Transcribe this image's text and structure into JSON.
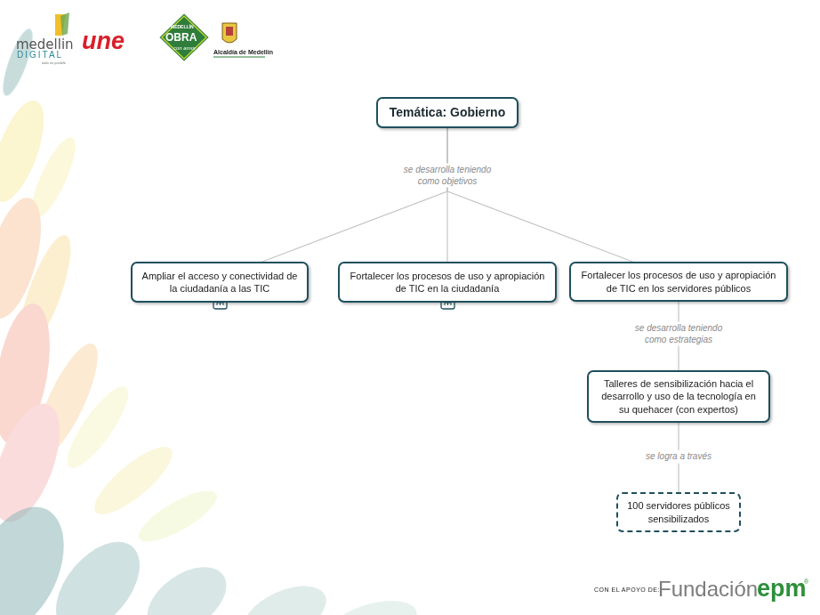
{
  "diagram": {
    "nodes": [
      {
        "text": [
          "Temática: Gobierno"
        ]
      },
      {
        "text": [
          "Ampliar el acceso y conectividad de la ciudadanía a las TIC"
        ]
      },
      {
        "text": [
          "Fortalecer los procesos de uso y apropiación de TIC en la ciudadanía"
        ]
      },
      {
        "text": [
          "Fortalecer los procesos de uso y apropiación de TIC en los servidores públicos"
        ]
      },
      {
        "text": [
          "Talleres de sensibilización hacia el desarrollo y uso de la tecnología en su quehacer (con expertos)"
        ]
      },
      {
        "text": [
          "100 servidores públicos sensibilizados"
        ]
      }
    ],
    "edges": [
      {
        "from": 0,
        "to": 1,
        "arrow": "none"
      },
      {
        "from": 0,
        "to": 2,
        "label": "se desarrolla teniendo como objetivos",
        "arrow": "none"
      },
      {
        "from": 0,
        "to": 3,
        "arrow": "none"
      },
      {
        "from": 3,
        "to": 4,
        "label": "se desarrolla teniendo como estrategias",
        "arrow": "none"
      },
      {
        "from": 4,
        "to": 5,
        "label": "se logra a través",
        "arrow": "none"
      }
    ],
    "labels": [
      "medellin",
      "DIGITAL",
      "todo es posible",
      "une",
      "MEDELLÍN",
      "OBRA",
      "con amor",
      "Alcaldía de Medellín",
      "CON EL APOYO DE:",
      "Fundación",
      "epm",
      "®"
    ]
  }
}
